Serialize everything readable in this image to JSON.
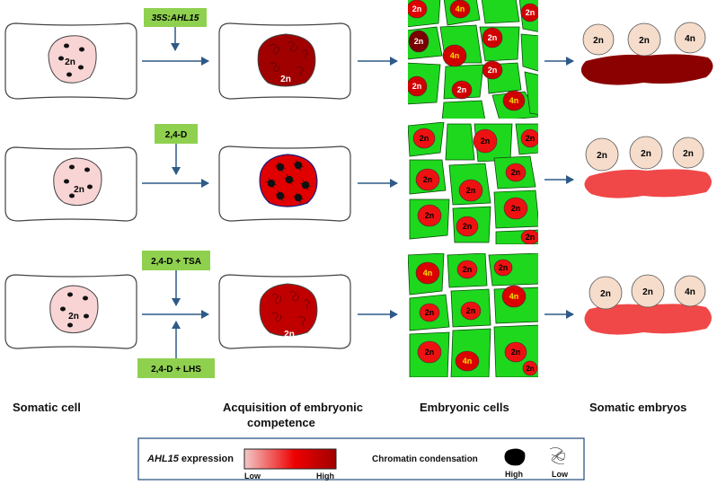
{
  "rows": [
    {
      "treatment_top": "35S:AHL15",
      "treatment_top_italic": true,
      "treatment_bottom": "",
      "somatic_ploidy": "2n",
      "competent_ploidy": "2n",
      "competent_color": "#a00000",
      "chromatin_state": "low",
      "cell_labels": [
        "2n",
        "4n",
        "2n",
        "2n",
        "4n",
        "2n",
        "2n",
        "2n",
        "4n",
        "2n"
      ],
      "embryo_labels": [
        "2n",
        "2n",
        "4n"
      ],
      "embryo_base_color": "#8b0000"
    },
    {
      "treatment_top": "2,4-D",
      "treatment_top_italic": false,
      "treatment_bottom": "",
      "somatic_ploidy": "2n",
      "competent_ploidy": "",
      "competent_color": "#e00000",
      "chromatin_state": "intermediate",
      "cell_labels": [
        "2n",
        "2n",
        "2n",
        "2n",
        "2n",
        "2n",
        "2n",
        "2n",
        "2n",
        "2n"
      ],
      "embryo_labels": [
        "2n",
        "2n",
        "2n"
      ],
      "embryo_base_color": "#f04848"
    },
    {
      "treatment_top": "2,4-D + TSA",
      "treatment_top_italic": false,
      "treatment_bottom": "2,4-D  + LHS",
      "somatic_ploidy": "2n",
      "competent_ploidy": "2n",
      "competent_color": "#c00000",
      "chromatin_state": "low",
      "cell_labels": [
        "4n",
        "2n",
        "4n",
        "2n",
        "2n",
        "2n",
        "4n",
        "2n",
        "2n",
        "2n"
      ],
      "embryo_labels": [
        "2n",
        "2n",
        "4n"
      ],
      "embryo_base_color": "#f04848"
    }
  ],
  "column_titles": {
    "somatic": "Somatic cell",
    "competence_line1": "Acquisition of embryonic",
    "competence_line2": "competence",
    "embryonic": "Embryonic cells",
    "embryos": "Somatic embryos"
  },
  "legend": {
    "expression_label_italic": "AHL15",
    "expression_label_rest": " expression",
    "low": "Low",
    "high": "High",
    "chromatin_label": "Chromatin  condensation",
    "chromatin_high": "High",
    "chromatin_low": "Low"
  },
  "colors": {
    "treatment_box": "#8fd14f",
    "arrow": "#2e5a88",
    "embryonic_cell_green": "#1ed81e",
    "somatic_nucleus": "#f8d4d4",
    "embryo_sphere": "#f5dccb",
    "label_4n_text": "#f5e000"
  }
}
